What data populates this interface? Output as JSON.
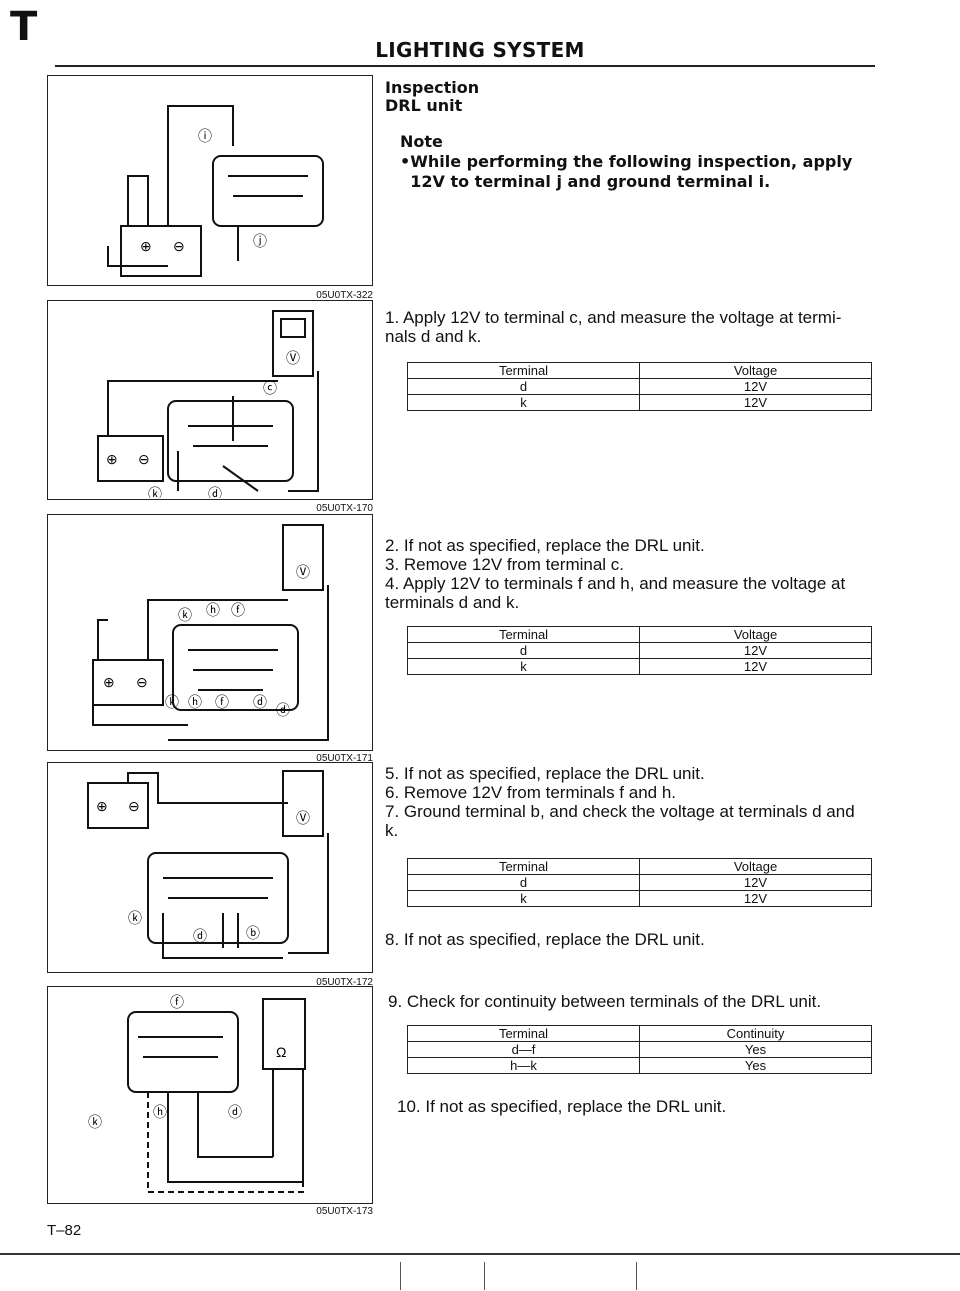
{
  "header": {
    "section_letter": "T",
    "title": "LIGHTING SYSTEM"
  },
  "figures": [
    {
      "caption": "05U0TX-322",
      "labels": [
        "ⓘ",
        "ⓙ"
      ],
      "battery": [
        "⊕",
        "⊖"
      ]
    },
    {
      "caption": "05U0TX-170",
      "labels": [
        "ⓒ",
        "ⓚ",
        "ⓓ"
      ],
      "meter": "Ⓥ",
      "battery": [
        "⊕",
        "⊖"
      ]
    },
    {
      "caption": "05U0TX-171",
      "labels": [
        "ⓚ",
        "ⓗ",
        "ⓕ",
        "ⓚ",
        "ⓗ",
        "ⓕ",
        "ⓓ",
        "ⓓ"
      ],
      "meter": "Ⓥ",
      "battery": [
        "⊕",
        "⊖"
      ]
    },
    {
      "caption": "05U0TX-172",
      "labels": [
        "ⓚ",
        "ⓓ",
        "ⓑ"
      ],
      "meter": "Ⓥ",
      "battery": [
        "⊕",
        "⊖"
      ]
    },
    {
      "caption": "05U0TX-173",
      "labels": [
        "ⓕ",
        "ⓚ",
        "ⓗ",
        "ⓓ"
      ],
      "meter": "Ω"
    }
  ],
  "content": {
    "heading1": "Inspection",
    "heading2": "DRL unit",
    "note_title": "Note",
    "note_bullet": "While performing the following inspection, apply 12V to terminal j and ground terminal i.",
    "step1": "1. Apply 12V to terminal c, and measure the voltage at termi-nals d and k.",
    "table1": {
      "headers": [
        "Terminal",
        "Voltage"
      ],
      "rows": [
        [
          "d",
          "12V"
        ],
        [
          "k",
          "12V"
        ]
      ]
    },
    "step2": "2. If not as specified, replace the DRL unit.",
    "step3": "3. Remove 12V from terminal c.",
    "step4": "4. Apply 12V to terminals f and h, and measure the voltage at terminals d and k.",
    "table2": {
      "headers": [
        "Terminal",
        "Voltage"
      ],
      "rows": [
        [
          "d",
          "12V"
        ],
        [
          "k",
          "12V"
        ]
      ]
    },
    "step5": "5. If not as specified, replace the DRL unit.",
    "step6": "6. Remove 12V from terminals f and h.",
    "step7": "7. Ground terminal b, and check the voltage at terminals d and k.",
    "table3": {
      "headers": [
        "Terminal",
        "Voltage"
      ],
      "rows": [
        [
          "d",
          "12V"
        ],
        [
          "k",
          "12V"
        ]
      ]
    },
    "step8": "8. If not as specified, replace the DRL unit.",
    "step9": "9. Check for continuity between terminals of the DRL unit.",
    "table4": {
      "headers": [
        "Terminal",
        "Continuity"
      ],
      "rows": [
        [
          "d—f",
          "Yes"
        ],
        [
          "h—k",
          "Yes"
        ]
      ]
    },
    "step10": "10. If not as specified, replace the DRL unit."
  },
  "footer": {
    "page_number": "T–82"
  }
}
